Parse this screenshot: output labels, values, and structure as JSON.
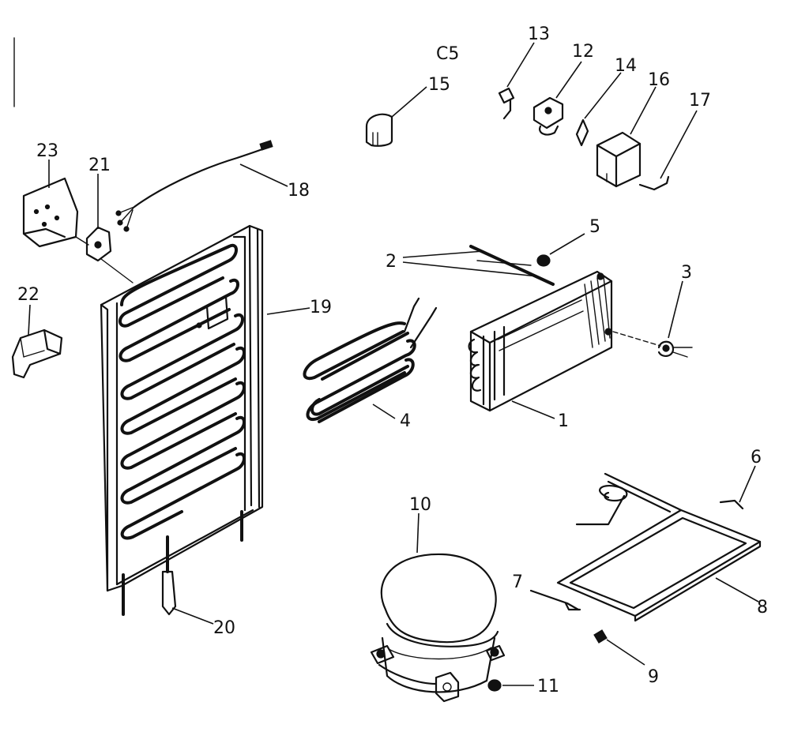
{
  "diagram": {
    "code": "C5",
    "parts": [
      {
        "id": "1",
        "label": "1",
        "kind": "condenser"
      },
      {
        "id": "2",
        "label": "2",
        "kind": "tubes"
      },
      {
        "id": "3",
        "label": "3",
        "kind": "clip"
      },
      {
        "id": "4",
        "label": "4",
        "kind": "heater-coil"
      },
      {
        "id": "5",
        "label": "5",
        "kind": "grommet"
      },
      {
        "id": "6",
        "label": "6",
        "kind": "clip"
      },
      {
        "id": "7",
        "label": "7",
        "kind": "wire"
      },
      {
        "id": "8",
        "label": "8",
        "kind": "drain-pan"
      },
      {
        "id": "9",
        "label": "9",
        "kind": "clip"
      },
      {
        "id": "10",
        "label": "10",
        "kind": "compressor"
      },
      {
        "id": "11",
        "label": "11",
        "kind": "grommet"
      },
      {
        "id": "12",
        "label": "12",
        "kind": "relay"
      },
      {
        "id": "13",
        "label": "13",
        "kind": "overload"
      },
      {
        "id": "14",
        "label": "14",
        "kind": "clip"
      },
      {
        "id": "15",
        "label": "15",
        "kind": "cover"
      },
      {
        "id": "16",
        "label": "16",
        "kind": "cover"
      },
      {
        "id": "17",
        "label": "17",
        "kind": "clip"
      },
      {
        "id": "18",
        "label": "18",
        "kind": "power-cord"
      },
      {
        "id": "19",
        "label": "19",
        "kind": "evaporator-panel"
      },
      {
        "id": "20",
        "label": "20",
        "kind": "dryer"
      },
      {
        "id": "21",
        "label": "21",
        "kind": "thermostat"
      },
      {
        "id": "22",
        "label": "22",
        "kind": "bracket"
      },
      {
        "id": "23",
        "label": "23",
        "kind": "bracket"
      }
    ]
  }
}
